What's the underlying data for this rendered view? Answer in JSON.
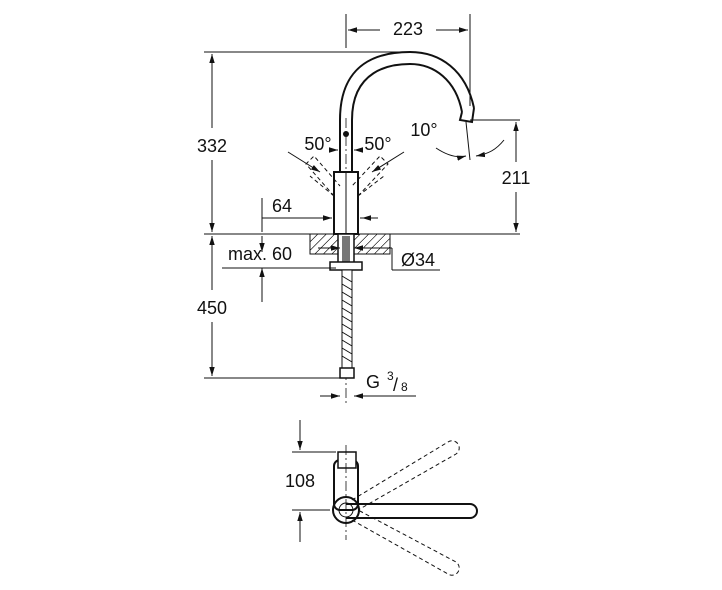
{
  "labels": {
    "width_223": "223",
    "height_332": "332",
    "angle_left": "50°",
    "angle_right": "50°",
    "angle_spout": "10°",
    "height_211": "211",
    "dim_64": "64",
    "max_60": "max. 60",
    "diameter_34": "Ø34",
    "length_450": "450",
    "thread_g": "G",
    "thread_num": "3",
    "thread_den": "8",
    "depth_108": "108"
  }
}
